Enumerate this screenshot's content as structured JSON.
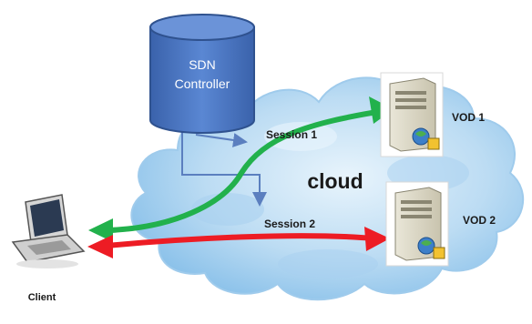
{
  "controller": {
    "line1": "SDN",
    "line2": "Controller"
  },
  "cloud": {
    "label": "cloud"
  },
  "sessions": [
    {
      "label": "Session 1",
      "color": "#22b14c"
    },
    {
      "label": "Session 2",
      "color": "#ed1c24"
    }
  ],
  "servers": [
    {
      "label": "VOD 1"
    },
    {
      "label": "VOD 2"
    }
  ],
  "client": {
    "label": "Client"
  },
  "colors": {
    "controller_fill": "#4472c4",
    "controller_dark": "#2f528f",
    "control_line": "#5b7fbf",
    "cloud_light": "#cfe6f7",
    "cloud_dark": "#8fc4ea"
  }
}
